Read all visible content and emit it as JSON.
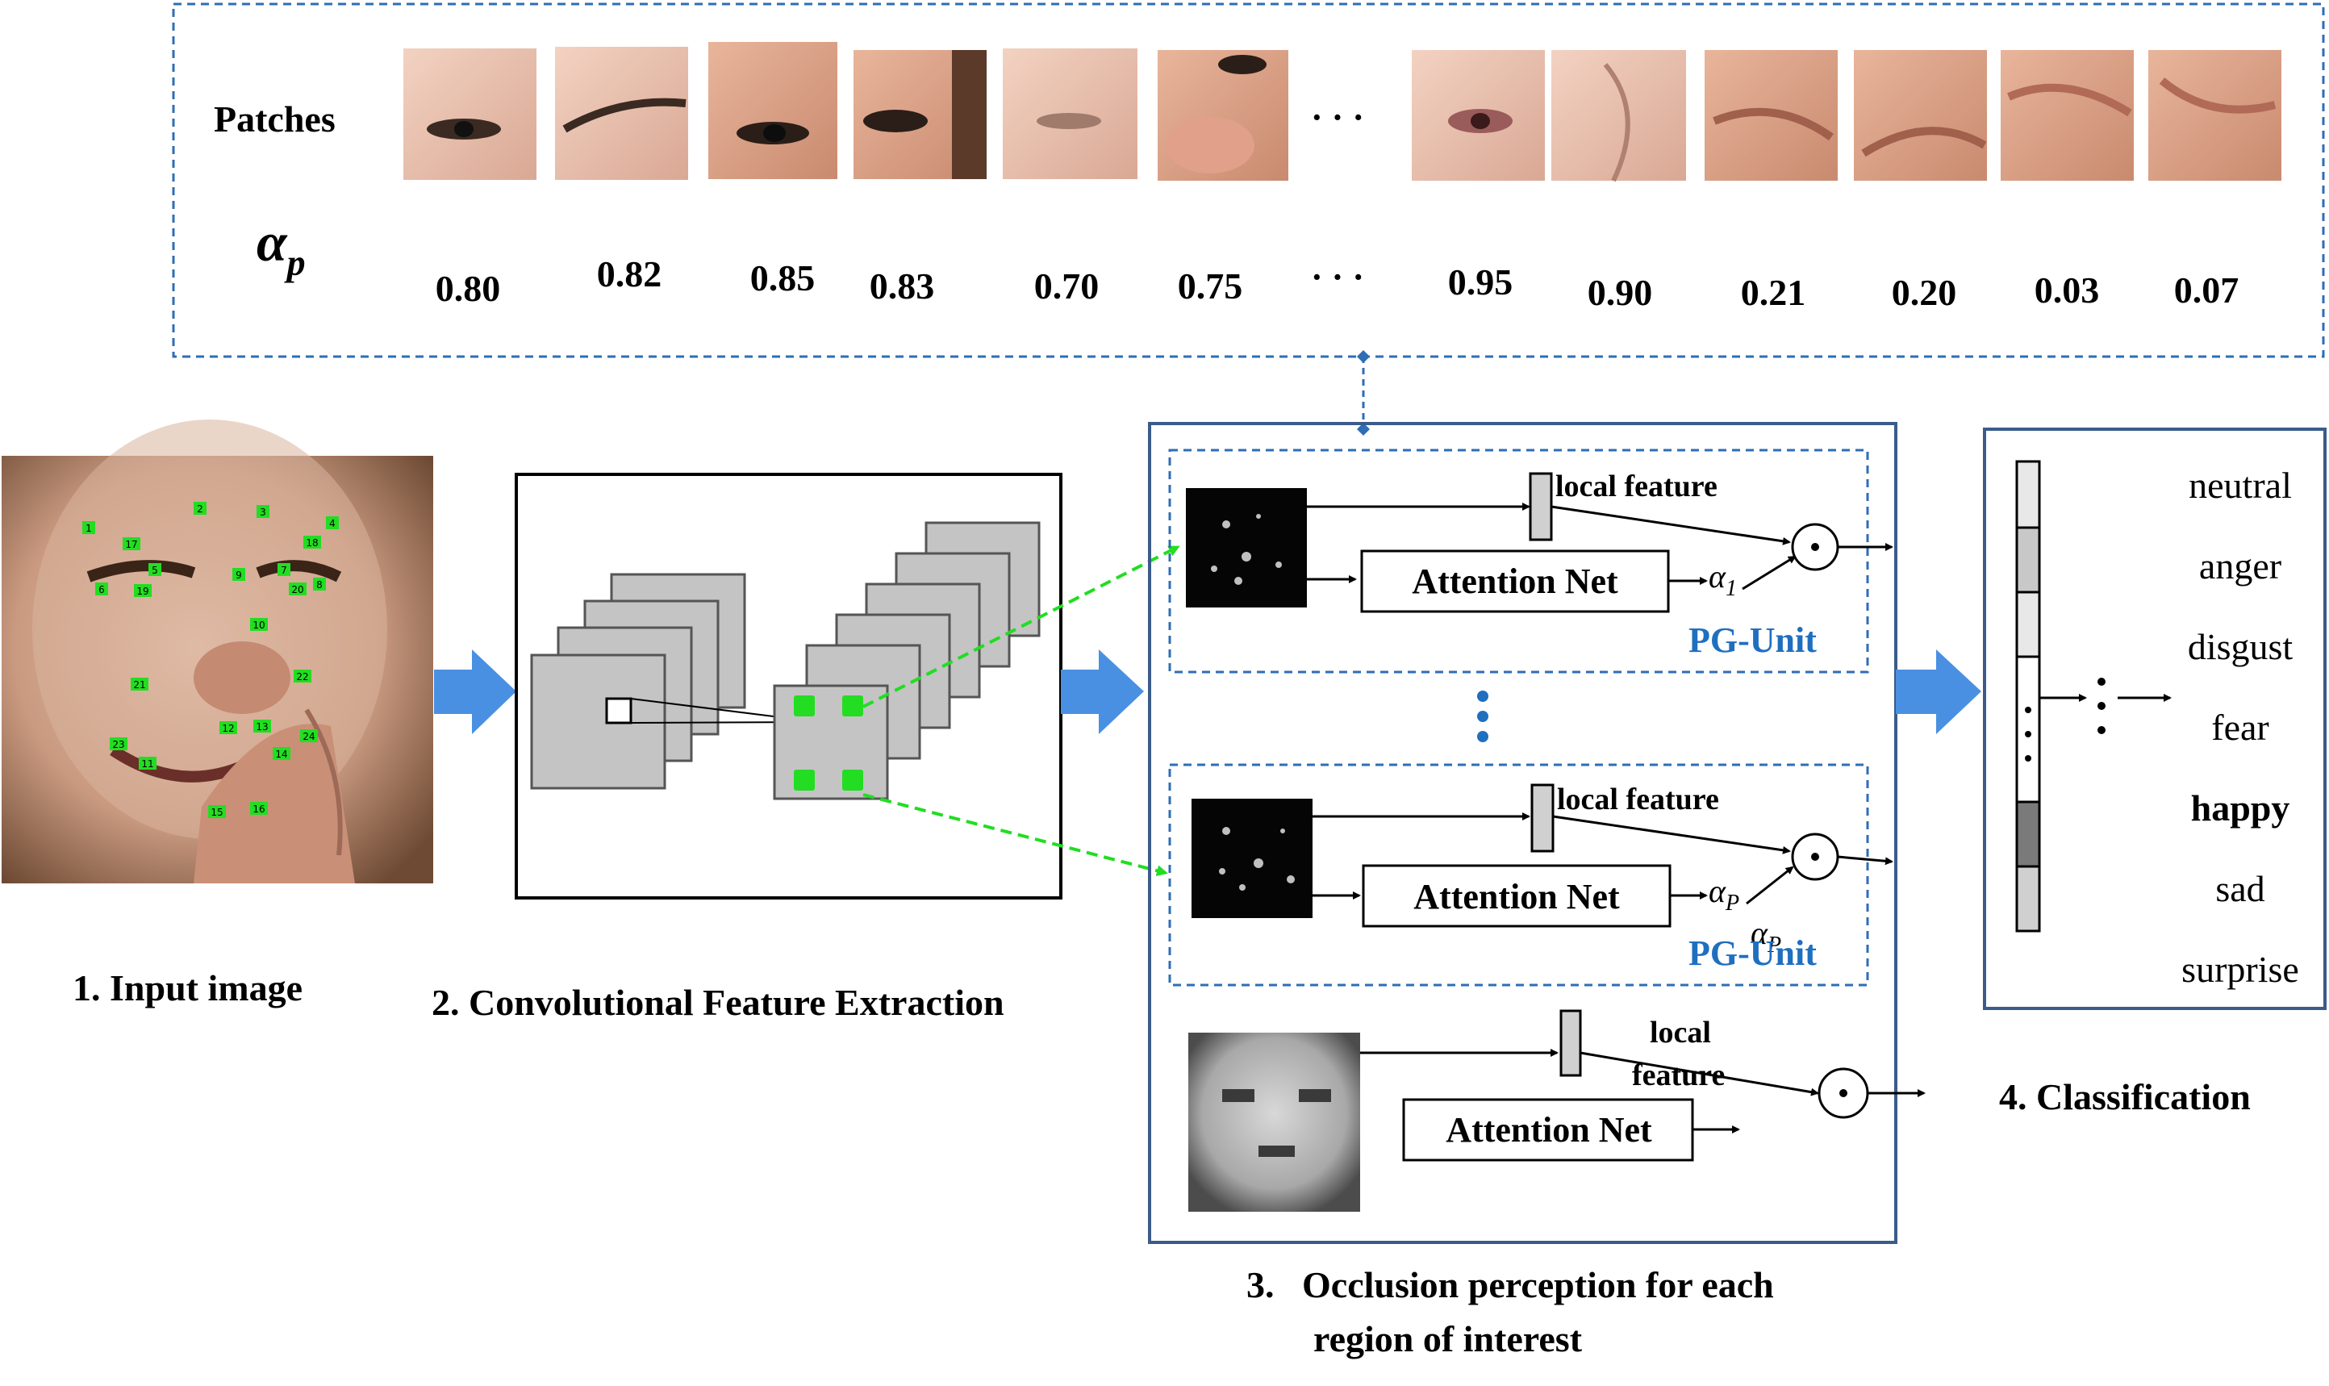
{
  "patches_panel": {
    "patches_label": "Patches",
    "alpha_label": "α",
    "alpha_sub": "p",
    "ellipsis": "· · ·",
    "alpha_values_left": [
      "0.80",
      "0.82",
      "0.85",
      "0.83",
      "0.70",
      "0.75"
    ],
    "alpha_values_right": [
      "0.95",
      "0.90",
      "0.21",
      "0.20",
      "0.03",
      "0.07"
    ]
  },
  "step1": {
    "caption": "1. Input image",
    "landmarks": [
      "1",
      "2",
      "3",
      "4",
      "17",
      "18",
      "5",
      "9",
      "7",
      "6",
      "19",
      "20",
      "8",
      "10",
      "21",
      "22",
      "12",
      "13",
      "23",
      "24",
      "11",
      "14",
      "15",
      "16"
    ]
  },
  "step2": {
    "caption": "2. Convolutional Feature Extraction"
  },
  "step3": {
    "caption_line1": "3.   Occlusion perception for each",
    "caption_line2": "region of interest",
    "unit1": {
      "local_feature": "local feature",
      "attention_net": "Attention Net",
      "alpha": "α",
      "alpha_sub": "1",
      "unit_label": "PG-Unit",
      "dot_symbol": "·"
    },
    "vdots": "⋮",
    "unit2": {
      "local_feature": "local feature",
      "attention_net": "Attention Net",
      "alpha": "α",
      "alpha_sub": "P",
      "alpha_extra": "α",
      "alpha_extra_sub": "P",
      "unit_label": "PG-Unit",
      "dot_symbol": "·"
    },
    "global": {
      "local_line1": "local",
      "local_line2": "feature",
      "attention_net": "Attention Net",
      "dot_symbol": "·"
    }
  },
  "step4": {
    "caption": "4. Classification",
    "vector_dots": "·",
    "classes": [
      "neutral",
      "anger",
      "disgust",
      "fear",
      "happy",
      "sad",
      "surprise"
    ],
    "predicted": "happy"
  },
  "colors": {
    "dashed_blue": "#2f6db5",
    "box_blue": "#3b5b8a",
    "pg_unit_label": "#1f6fc0",
    "flow_arrow": "#4a90e2",
    "landmark_green": "#22dd22",
    "feature_green": "#22dd22"
  }
}
